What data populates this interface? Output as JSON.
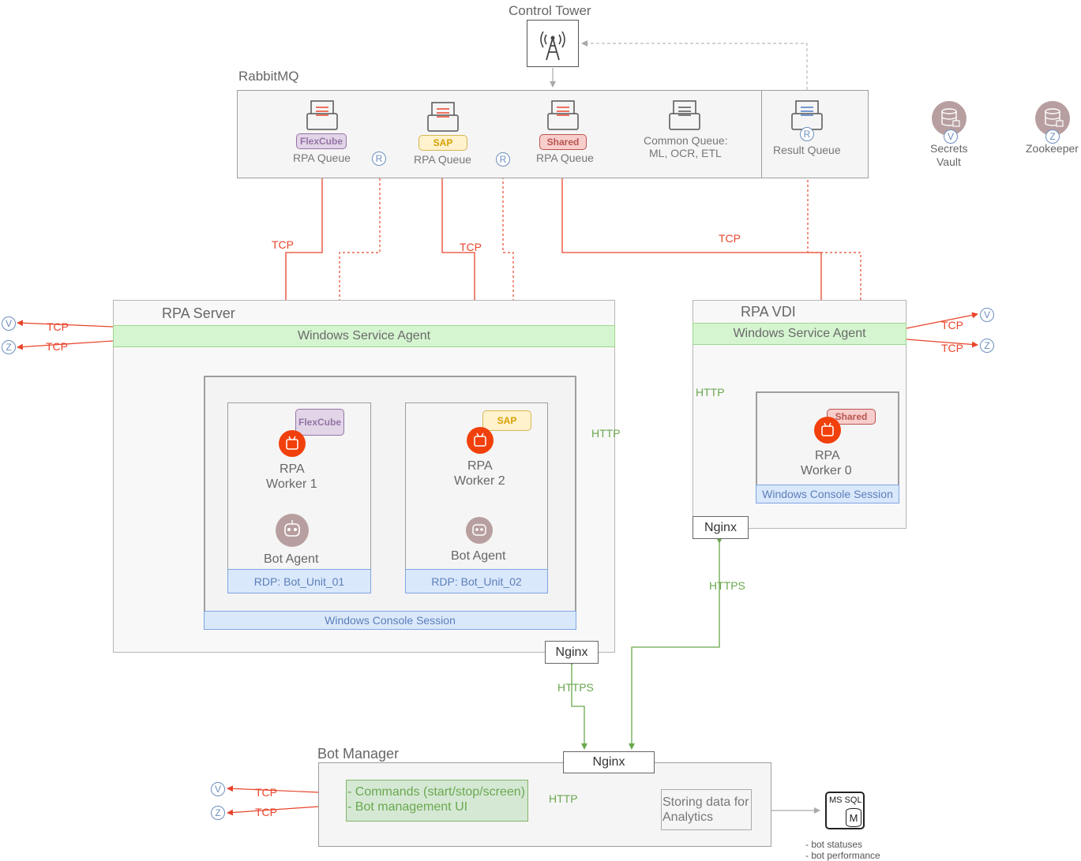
{
  "control_tower": {
    "label": "Control Tower",
    "icon": "antenna-tower-icon"
  },
  "rabbitmq": {
    "title": "RabbitMQ",
    "queues": [
      {
        "tag": "FlexCube",
        "label": "RPA Queue"
      },
      {
        "tag": "SAP",
        "label": "RPA Queue"
      },
      {
        "tag": "Shared",
        "label": "RPA Queue"
      },
      {
        "label_line1": "Common Queue:",
        "label_line2": "ML, OCR, ETL"
      },
      {
        "label": "Result Queue"
      }
    ],
    "r_marker": "R"
  },
  "external": {
    "secrets_vault": {
      "line1": "Secrets",
      "line2": "Vault",
      "marker": "V"
    },
    "zookeeper": {
      "label": "Zookeeper",
      "marker": "Z"
    }
  },
  "markers": {
    "v": "V",
    "z": "Z"
  },
  "protocols": {
    "tcp": "TCP",
    "http": "HTTP",
    "https": "HTTPS"
  },
  "rpa_server": {
    "title": "RPA Server",
    "service_agent": "Windows Service Agent",
    "console_session": "Windows Console Session",
    "workers": [
      {
        "tag": "FlexCube",
        "line1": "RPA",
        "line2": "Worker 1",
        "bot_agent": "Bot Agent",
        "rdp": "RDP: Bot_Unit_01"
      },
      {
        "tag": "SAP",
        "line1": "RPA",
        "line2": "Worker 2",
        "bot_agent": "Bot Agent",
        "rdp": "RDP: Bot_Unit_02"
      }
    ],
    "nginx": "Nginx"
  },
  "rpa_vdi": {
    "title": "RPA VDI",
    "service_agent": "Windows Service Agent",
    "worker": {
      "tag": "Shared",
      "line1": "RPA",
      "line2": "Worker 0"
    },
    "console_session": "Windows Console Session",
    "nginx": "Nginx"
  },
  "bot_manager": {
    "title": "Bot Manager",
    "nginx": "Nginx",
    "commands_line1": "- Commands (start/stop/screen)",
    "commands_line2": "- Bot management UI",
    "storing_line1": "Storing data for",
    "storing_line2": "Analytics"
  },
  "ms_sql": {
    "label": "MS SQL",
    "letter": "M",
    "notes": [
      "- bot statuses",
      "- bot performance"
    ]
  },
  "colors": {
    "tcp": "#e8452c",
    "http": "#6aa84f",
    "internal": "#6c8ebf",
    "gray_link": "#aaaaaa"
  }
}
